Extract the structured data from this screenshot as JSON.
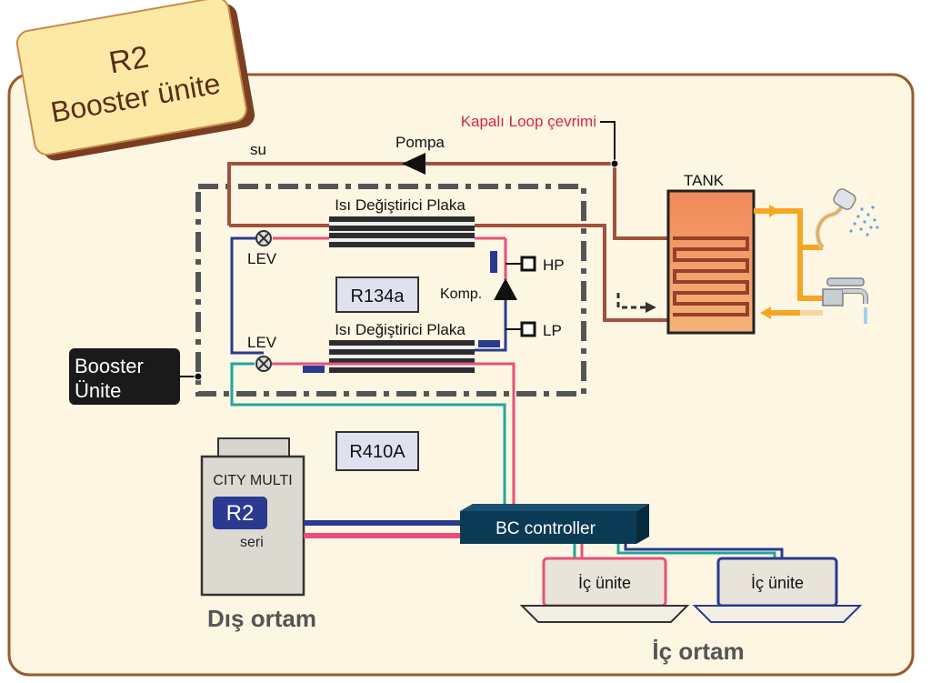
{
  "title": {
    "line1": "R2",
    "line2": "Booster ünite"
  },
  "labels": {
    "closed_loop": "Kapalı Loop çevrimi",
    "water": "su",
    "pump": "Pompa",
    "tank": "TANK",
    "heat_exchanger_top": "Isı Değiştirici Plaka",
    "heat_exchanger_bottom": "Isı Değiştirici Plaka",
    "lev_top": "LEV",
    "lev_bottom": "LEV",
    "hp": "HP",
    "lp": "LP",
    "compressor": "Komp.",
    "refrigerant_inner": "R134a",
    "refrigerant_outer": "R410A",
    "booster_unit_line1": "Booster",
    "booster_unit_line2": "Ünite",
    "outdoor_unit_name": "CITY MULTI",
    "outdoor_unit_badge": "R2",
    "outdoor_unit_series": "seri",
    "bc_controller": "BC controller",
    "indoor_unit_1": "İç ünite",
    "indoor_unit_2": "İç ünite",
    "outdoor_env": "Dış ortam",
    "indoor_env": "İç ortam"
  },
  "colors": {
    "water_loop": "#a0523d",
    "tank_fill": "#ee7a4a",
    "hot_water": "#f5a623",
    "r134a_line": "#2b3990",
    "r410a_hot": "#e8507a",
    "r410a_cool": "#1fa79a",
    "unit_box": "#2a2a2a",
    "bc_controller": "#0b3a55",
    "panel_bg": "#fdf6e3",
    "title_bg": "#fde9a6",
    "closed_loop_text": "#d7263d"
  }
}
